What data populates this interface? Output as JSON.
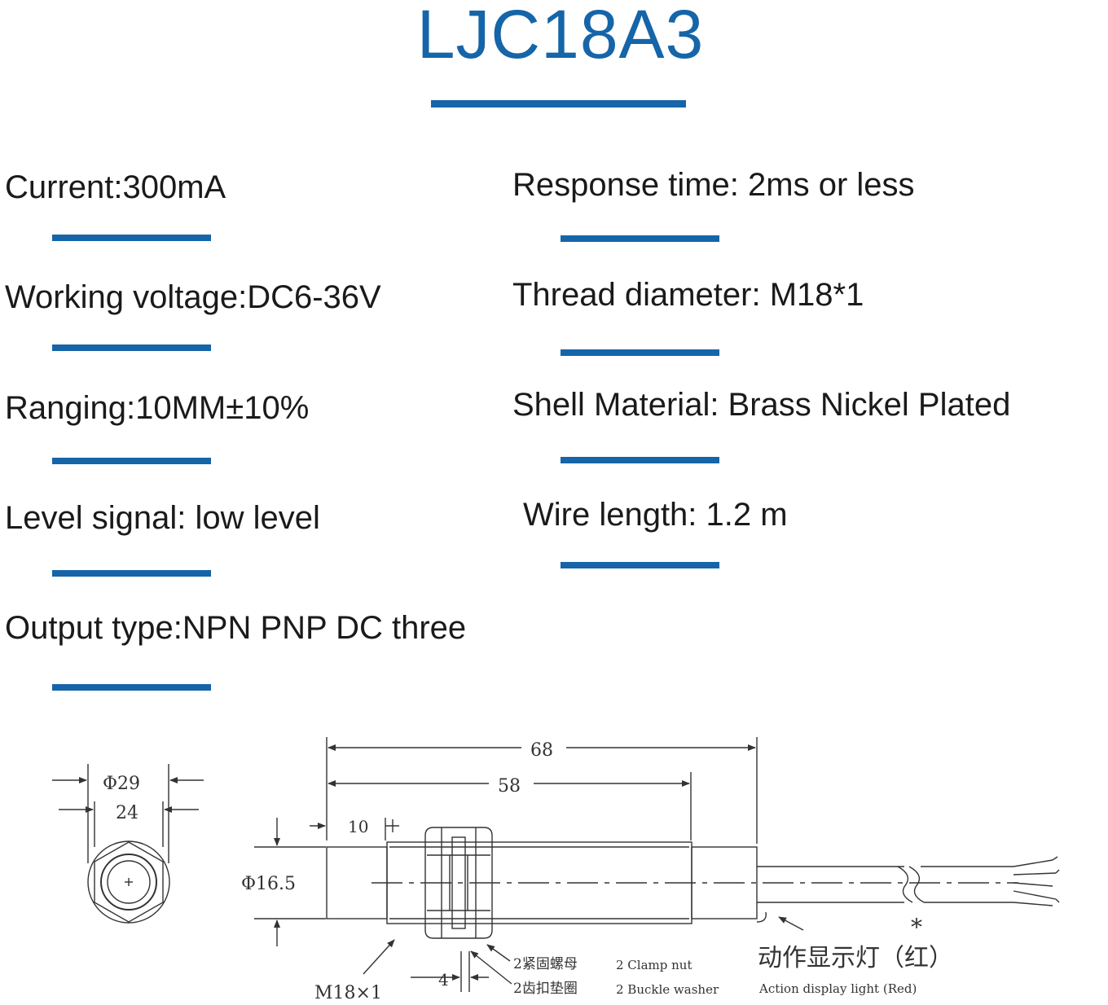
{
  "title": "LJC18A3",
  "specs": {
    "current": "Current:300mA",
    "voltage": "Working voltage:DC6-36V",
    "ranging": "Ranging:10MM±10%",
    "level": "Level signal: low level",
    "output": "Output type:NPN PNP DC three",
    "response": "Response time: 2ms or less",
    "thread": "Thread diameter: M18*1",
    "shell": "Shell Material: Brass Nickel Plated",
    "wire": "Wire length: 1.2 m"
  },
  "drawing": {
    "dim_phi29": "Φ29",
    "dim_24": "24",
    "dim_68": "68",
    "dim_58": "58",
    "dim_10": "10",
    "dim_phi16_5": "Φ16.5",
    "dim_4": "4",
    "thread_label": "M18×1",
    "asterisk": "*",
    "clamp_nut_cn": "2紧固螺母",
    "clamp_nut_en": "2 Clamp nut",
    "buckle_washer_cn": "2齿扣垫圈",
    "buckle_washer_en": "2 Buckle washer",
    "light_cn": "动作显示灯（红）",
    "light_en": "Action display light (Red)"
  },
  "colors": {
    "accent": "#1565a8",
    "text": "#1a1a1a",
    "drawing": "#333333"
  }
}
